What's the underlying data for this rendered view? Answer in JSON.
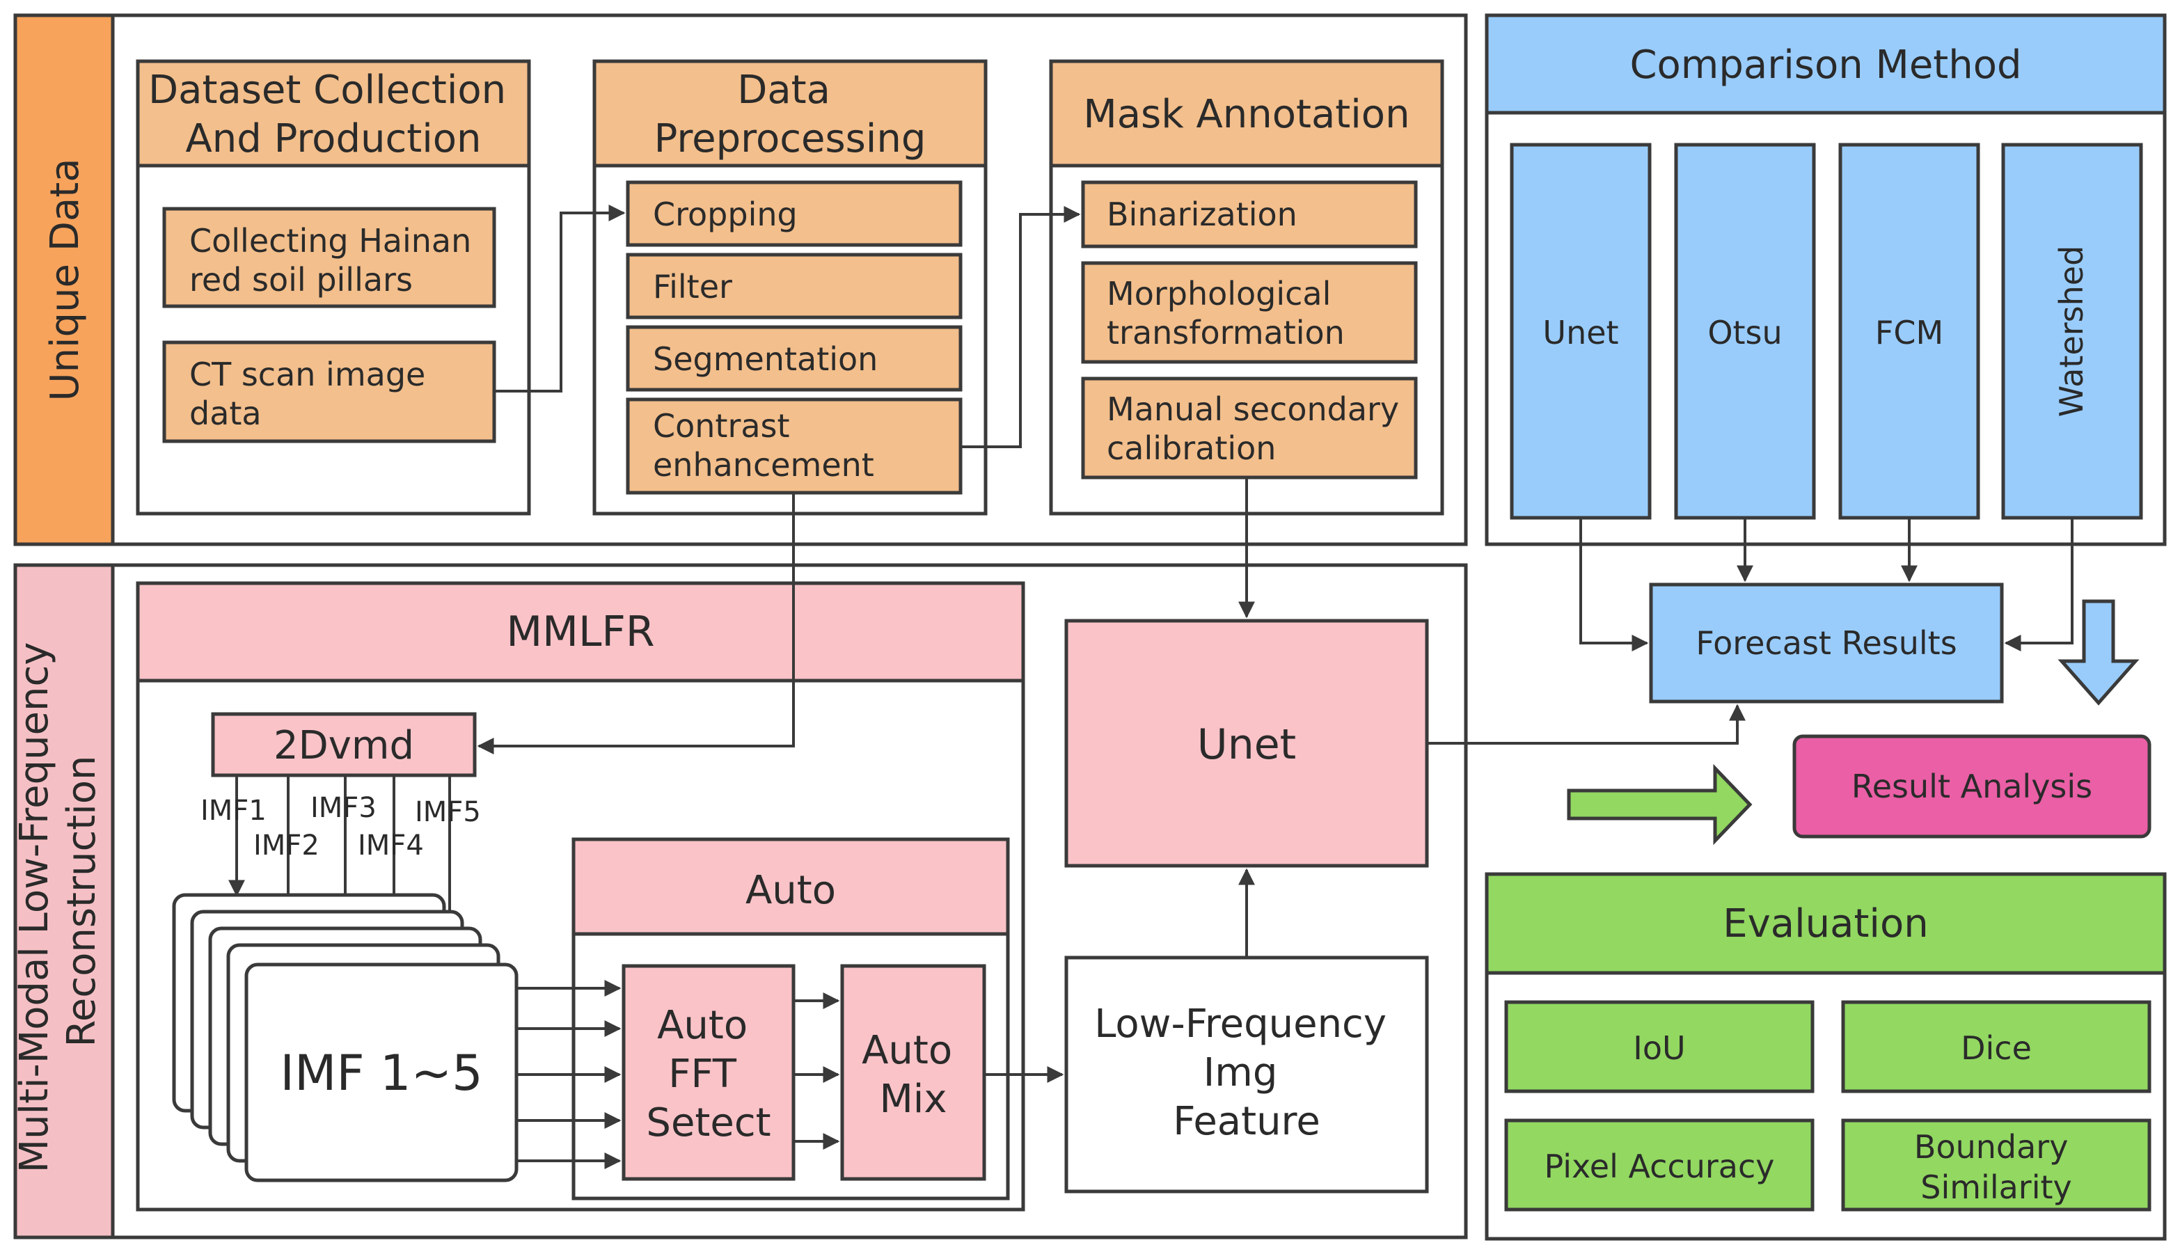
{
  "sections": {
    "unique_data": "Unique Data",
    "mmlfr_section": [
      "Multi-Modal Low-Frequency",
      "Reconstruction"
    ]
  },
  "dataset": {
    "title": [
      "Dataset Collection",
      "And Production"
    ],
    "items": [
      [
        "Collecting Hainan",
        "red soil pillars"
      ],
      [
        "CT scan image",
        "data"
      ]
    ]
  },
  "preprocessing": {
    "title": [
      "Data",
      "Preprocessing"
    ],
    "items": [
      [
        "Cropping"
      ],
      [
        "Filter"
      ],
      [
        "Segmentation"
      ],
      [
        "Contrast",
        "enhancement"
      ]
    ]
  },
  "mask": {
    "title": [
      "Mask Annotation"
    ],
    "items": [
      [
        "Binarization"
      ],
      [
        "Morphological",
        "transformation"
      ],
      [
        "Manual secondary",
        "calibration"
      ]
    ]
  },
  "comparison": {
    "title": "Comparison Method",
    "methods": [
      "Unet",
      "Otsu",
      "FCM",
      "Watershed"
    ],
    "forecast": "Forecast Results"
  },
  "mmlfr": {
    "title": "MMLFR",
    "vmd": "2Dvmd",
    "imf_labels": [
      "IMF1",
      "IMF2",
      "IMF3",
      "IMF4",
      "IMF5"
    ],
    "imf_stack": "IMF 1~5",
    "auto_title": "Auto",
    "auto_fft": [
      "Auto",
      "FFT",
      "Setect"
    ],
    "auto_mix": [
      "Auto",
      "Mix"
    ]
  },
  "unet_center": "Unet",
  "low_freq": [
    "Low-Frequency",
    "Img",
    "Feature"
  ],
  "result_analysis": "Result Analysis",
  "evaluation": {
    "title": "Evaluation",
    "metrics": [
      [
        "IoU"
      ],
      [
        "Dice"
      ],
      [
        "Pixel Accuracy"
      ],
      [
        "Boundary",
        "Similarity"
      ]
    ]
  },
  "colors": {
    "orange_box": "#f3bf8c",
    "orange_band": "#f7a35c",
    "pink": "#f9c3c8",
    "magenta": "#ea5fa6",
    "blue": "#99ccfb",
    "green": "#92d861",
    "stroke": "#3a3a3a"
  }
}
